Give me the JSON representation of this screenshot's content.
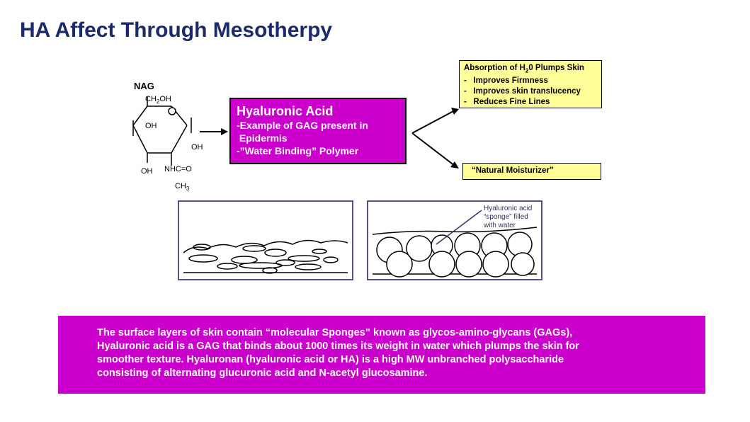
{
  "slide": {
    "title": "HA Affect Through Mesotherpy"
  },
  "molecule": {
    "name": "NAG",
    "group_top": "CH",
    "group_top_sub": "2",
    "group_top_end": "OH",
    "oh_inner": "OH",
    "oh_right": "OH",
    "oh_bottom": "OH",
    "nhc": "NHC=O",
    "ch3_main": "CH",
    "ch3_sub": "3"
  },
  "ha_box": {
    "title": "Hyaluronic Acid",
    "lines": [
      "-Example of GAG present in",
      " Epidermis",
      "-”Water Binding” Polymer"
    ]
  },
  "absorption_box": {
    "heading_pre": "Absorption of H",
    "heading_sub": "2",
    "heading_post": "0 Plumps Skin",
    "items": [
      "-   Improves Firmness",
      "-   Improves skin translucency",
      "-   Reduces Fine Lines"
    ]
  },
  "moisturizer_box": {
    "text": "“Natural Moisturizer”"
  },
  "sponge_label": {
    "text": "Hyaluronic acid “sponge” filled with water"
  },
  "description": {
    "lines": [
      "The surface layers of skin contain “molecular Sponges” known as glycos-amino-glycans (GAGs),",
      "Hyaluronic acid is a GAG that binds about 1000 times its weight in water which plumps the skin for",
      "smoother texture.  Hyaluronan (hyaluronic acid or HA) is a high MW unbranched polysaccharide",
      "consisting of alternating glucuronic acid and N-acetyl glucosamine."
    ]
  },
  "colors": {
    "title": "#1a2a6c",
    "magenta": "#cc00cc",
    "yellow_box": "#ffff99",
    "panel_border": "#5a4d8a"
  }
}
